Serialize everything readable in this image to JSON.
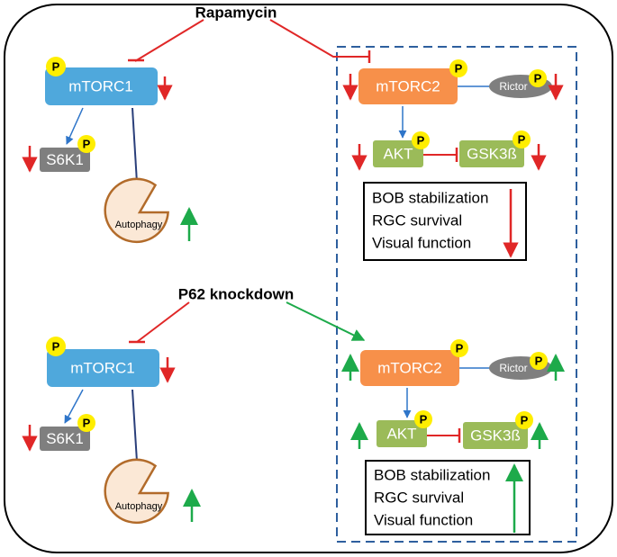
{
  "colors": {
    "mtorc1": "#4fa8dc",
    "mtorc2": "#f7904a",
    "akt": "#9bbb59",
    "s6k1": "#7f7f7f",
    "rictor": "#7f7f7f",
    "phospho": "#ffee00",
    "down": "#e02727",
    "up": "#1daa4a",
    "inhibit": "#e02727",
    "pathway": "#2e75c9",
    "autophagy_inhibit": "#2a3f7a",
    "dashed": "#2e5f9e",
    "autophagy_fill": "#fbe8d6",
    "autophagy_stroke": "#b26b2a"
  },
  "labels": {
    "phospho": "P",
    "rapamycin": "Rapamycin",
    "p62": "P62 knockdown",
    "mtorc1": "mTORC1",
    "mtorc2": "mTORC2",
    "s6k1": "S6K1",
    "akt": "AKT",
    "gsk3b": "GSK3ß",
    "rictor": "Rictor",
    "autophagy": "Autophagy"
  },
  "outcomes": {
    "top": [
      "BOB stabilization",
      "RGC survival",
      "Visual function"
    ],
    "bottom": [
      "BOB stabilization",
      "RGC survival",
      "Visual function"
    ]
  },
  "panels": {
    "top": {
      "mtorc1": "down",
      "s6k1": "down",
      "autophagy": "up",
      "mtorc2": "down",
      "rictor": "down",
      "akt": "down",
      "gsk3b": "down",
      "outcomes": "down"
    },
    "bottom": {
      "mtorc1": "down",
      "s6k1": "down",
      "autophagy": "up",
      "mtorc2": "up",
      "rictor": "up",
      "akt": "up",
      "gsk3b": "up",
      "outcomes": "up"
    }
  }
}
